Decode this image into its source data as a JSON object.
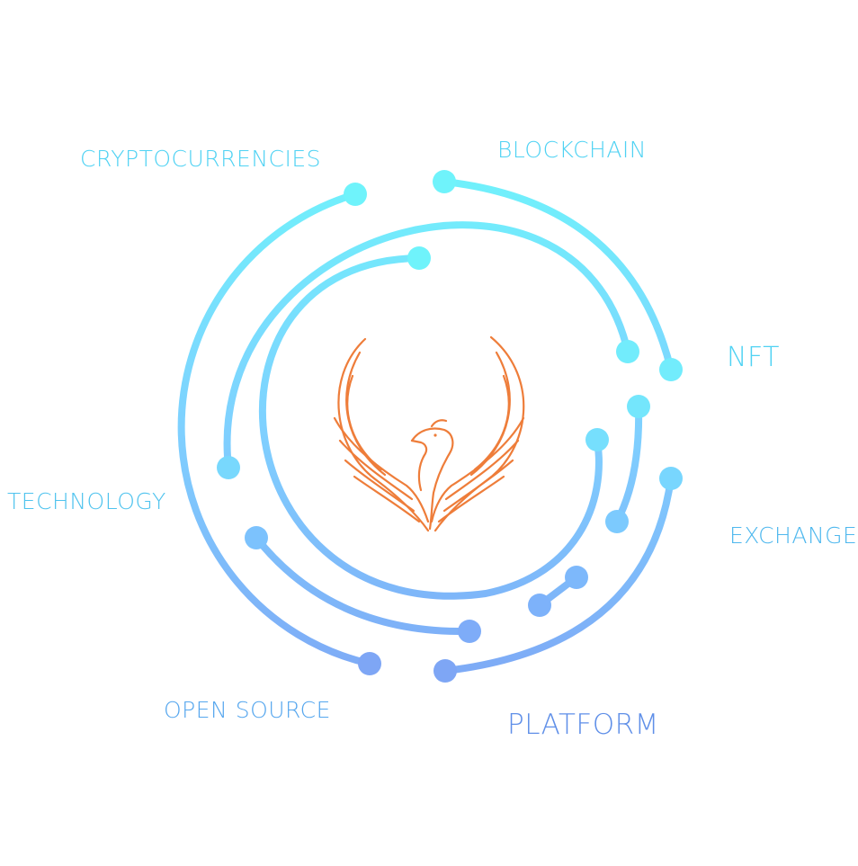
{
  "colors": {
    "top": "#6ff3fb",
    "mid": "#7fd0ff",
    "bottom": "#7ea6f5",
    "logo": "#ee7d3a",
    "label_cyan": "#4fd2f3",
    "label_blue": "#5f8fe8"
  },
  "logo": {
    "name": "phoenix-icon"
  },
  "labels": {
    "cryptocurrencies": "CRYPTOCURRENCIES",
    "blockchain": "BLOCKCHAIN",
    "nft": "NFT",
    "technology": "TECHNOLOGY",
    "exchange": "EXCHANGE",
    "open_source": "OPEN SOURCE",
    "platform": "PLATFORM"
  }
}
